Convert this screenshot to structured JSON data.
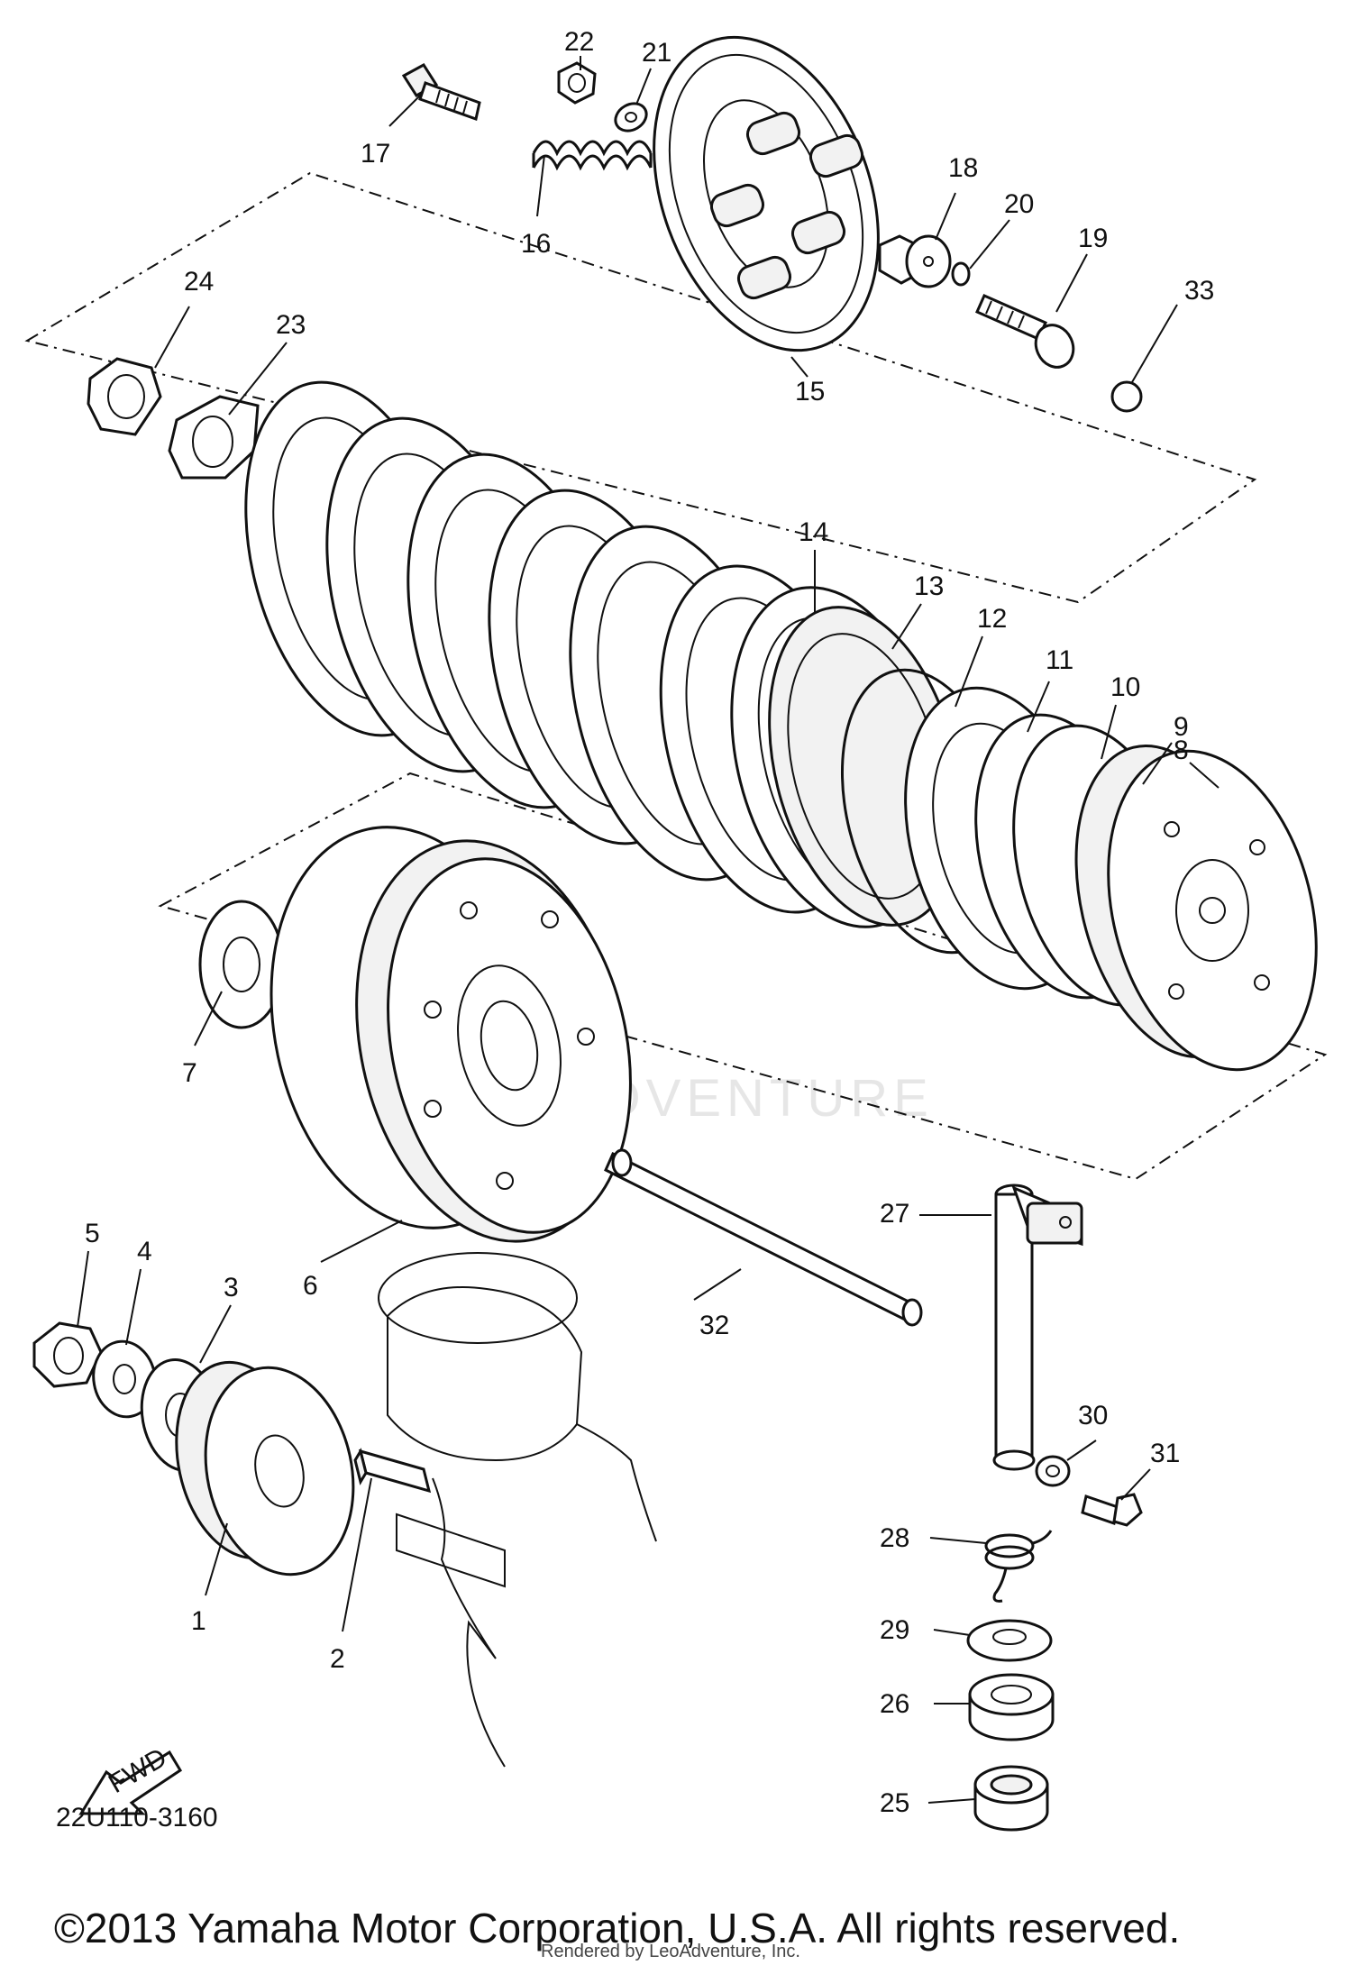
{
  "diagram_code": "22U110-3160",
  "copyright": "©2013 Yamaha Motor Corporation, U.S.A. All rights reserved.",
  "render_note": "Rendered by LeoAdventure, Inc.",
  "watermark": "LEOADVENTURE",
  "fwd_label": "FWD",
  "callouts": {
    "c1": "1",
    "c2": "2",
    "c3": "3",
    "c4": "4",
    "c5": "5",
    "c6": "6",
    "c7": "7",
    "c8": "8",
    "c9": "9",
    "c10": "10",
    "c11": "11",
    "c12": "12",
    "c13": "13",
    "c14": "14",
    "c15": "15",
    "c16": "16",
    "c17": "17",
    "c18": "18",
    "c19": "19",
    "c20": "20",
    "c21": "21",
    "c22": "22",
    "c23": "23",
    "c24": "24",
    "c25": "25",
    "c26": "26",
    "c27": "27",
    "c28": "28",
    "c29": "29",
    "c30": "30",
    "c31": "31",
    "c32": "32",
    "c33": "33"
  }
}
